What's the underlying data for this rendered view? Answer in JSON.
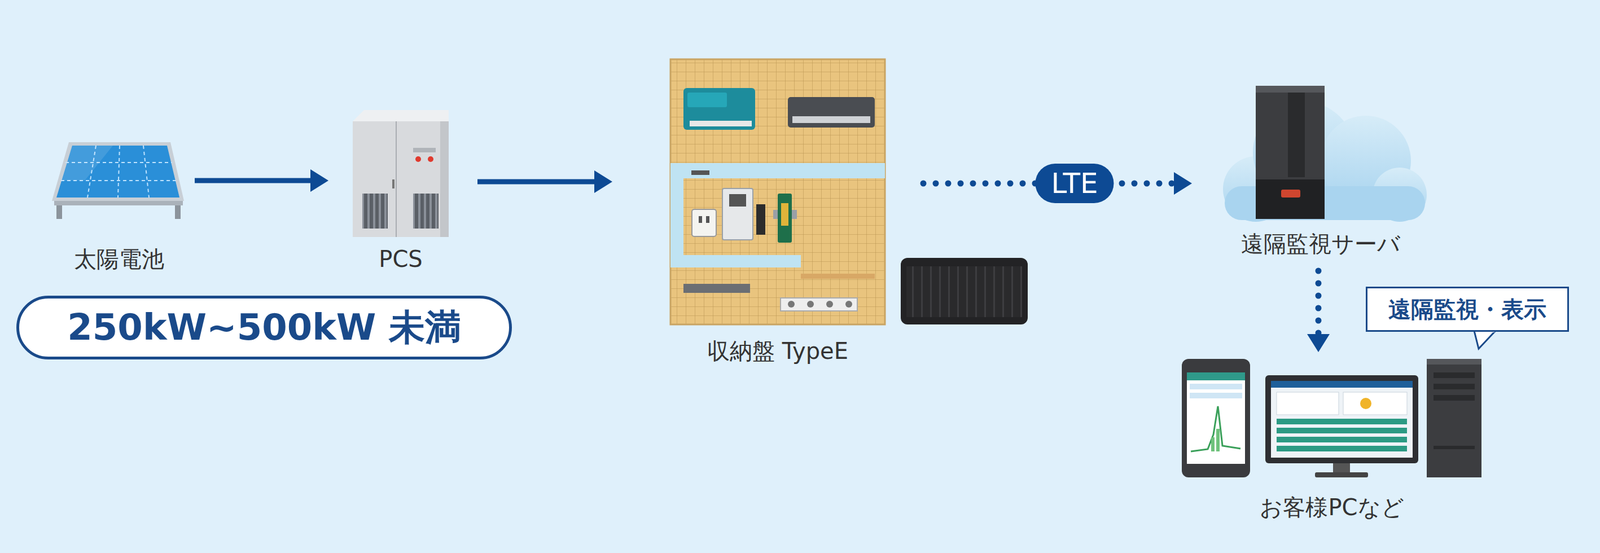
{
  "diagram": {
    "nodes": [
      {
        "text": [
          "太陽電池"
        ]
      },
      {
        "text": [
          "PCS"
        ]
      },
      {
        "text": [
          "250kW~500kW 未満"
        ]
      },
      {
        "text": [
          "収納盤 TypeE"
        ]
      },
      {
        "text": [
          "遠隔監視サーバ"
        ]
      },
      {
        "text": [
          "遠隔監視・表示"
        ]
      },
      {
        "text": [
          "お客様PCなど"
        ]
      }
    ],
    "edges": [
      {
        "from": 0,
        "to": 1,
        "arrow": "to"
      },
      {
        "from": 1,
        "to": 3,
        "arrow": "to"
      },
      {
        "from": 3,
        "to": 4,
        "label": "LTE",
        "arrow": "to"
      },
      {
        "from": 4,
        "to": 6,
        "arrow": "to"
      }
    ]
  }
}
